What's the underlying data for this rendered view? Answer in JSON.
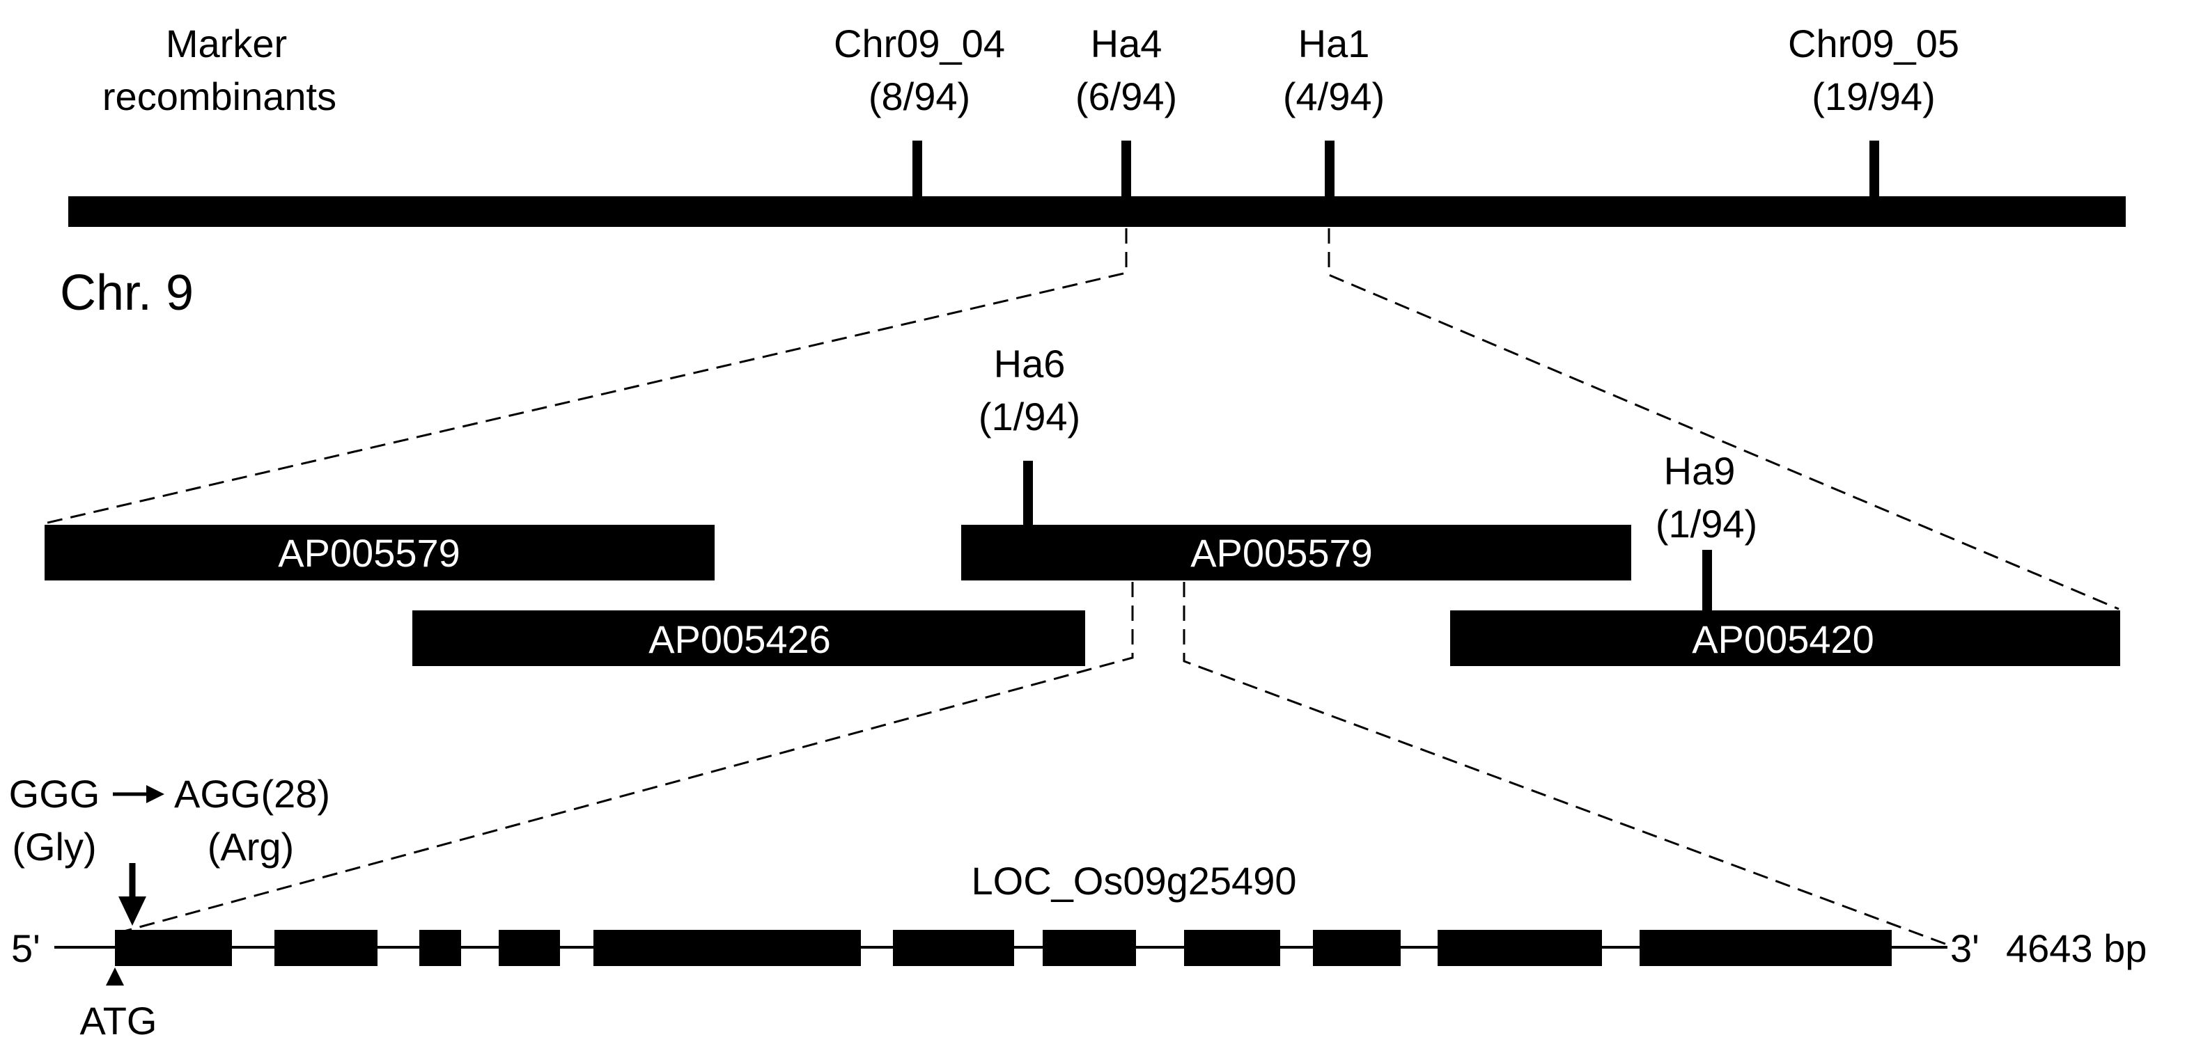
{
  "chromosome": {
    "label": "Chr. 9",
    "row_label_line1": "Marker",
    "row_label_line2": "recombinants",
    "markers": [
      {
        "name": "Chr09_04",
        "recombinants": "(8/94)"
      },
      {
        "name": "Ha4",
        "recombinants": "(6/94)"
      },
      {
        "name": "Ha1",
        "recombinants": "(4/94)"
      },
      {
        "name": "Chr09_05",
        "recombinants": "(19/94)"
      }
    ]
  },
  "contig": {
    "markers": [
      {
        "name": "Ha6",
        "recombinants": "(1/94)"
      },
      {
        "name": "Ha9",
        "recombinants": "(1/94)"
      }
    ],
    "clones": [
      {
        "label": "AP005579"
      },
      {
        "label": "AP005579"
      },
      {
        "label": "AP005426"
      },
      {
        "label": "AP005420"
      }
    ]
  },
  "gene": {
    "name": "LOC_Os09g25490",
    "five_prime": "5'",
    "three_prime": "3'",
    "length": "4643 bp",
    "start_codon": "ATG",
    "mutation": {
      "from_codon": "GGG",
      "to_codon": "AGG(28)",
      "from_aa": "(Gly)",
      "to_aa": "(Arg)"
    }
  }
}
